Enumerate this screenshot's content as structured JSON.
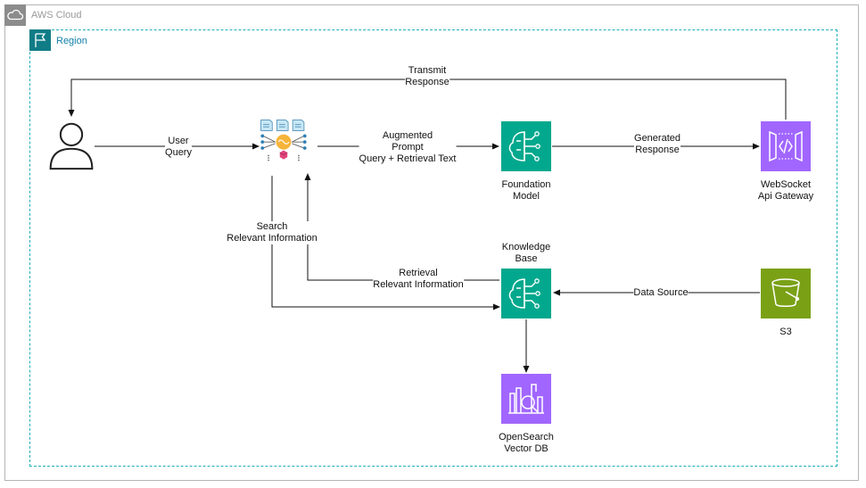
{
  "cloud": {
    "label": "AWS Cloud"
  },
  "region": {
    "label": "Region"
  },
  "nodes": {
    "user": {
      "icon": "user-icon"
    },
    "rag": {
      "icon": "rag-orchestrator-icon"
    },
    "foundation_model": {
      "line1": "Foundation",
      "line2": "Model",
      "icon": "bedrock-model-icon",
      "color": "#01A88D"
    },
    "websocket": {
      "line1": "WebSocket",
      "line2": "Api Gateway",
      "icon": "api-gateway-icon",
      "color": "#A166FF"
    },
    "knowledge_base": {
      "line1": "Knowledge",
      "line2": "Base",
      "icon": "bedrock-kb-icon",
      "color": "#01A88D"
    },
    "s3": {
      "line1": "S3",
      "icon": "s3-bucket-icon",
      "color": "#7AA116"
    },
    "opensearch": {
      "line1": "OpenSearch",
      "line2": "Vector DB",
      "icon": "opensearch-icon",
      "color": "#A166FF"
    }
  },
  "edges": {
    "transmit": {
      "line1": "Transmit",
      "line2": "Response"
    },
    "user_query": {
      "line1": "User",
      "line2": "Query"
    },
    "augmented": {
      "line1": "Augmented",
      "line2": "Prompt",
      "line3": "Query + Retrieval Text"
    },
    "generated": {
      "line1": "Generated",
      "line2": "Response"
    },
    "search": {
      "line1": "Search",
      "line2": "Relevant Information"
    },
    "retrieval": {
      "line1": "Retrieval",
      "line2": "Relevant Information"
    },
    "data_source": {
      "line1": "Data Source"
    }
  }
}
